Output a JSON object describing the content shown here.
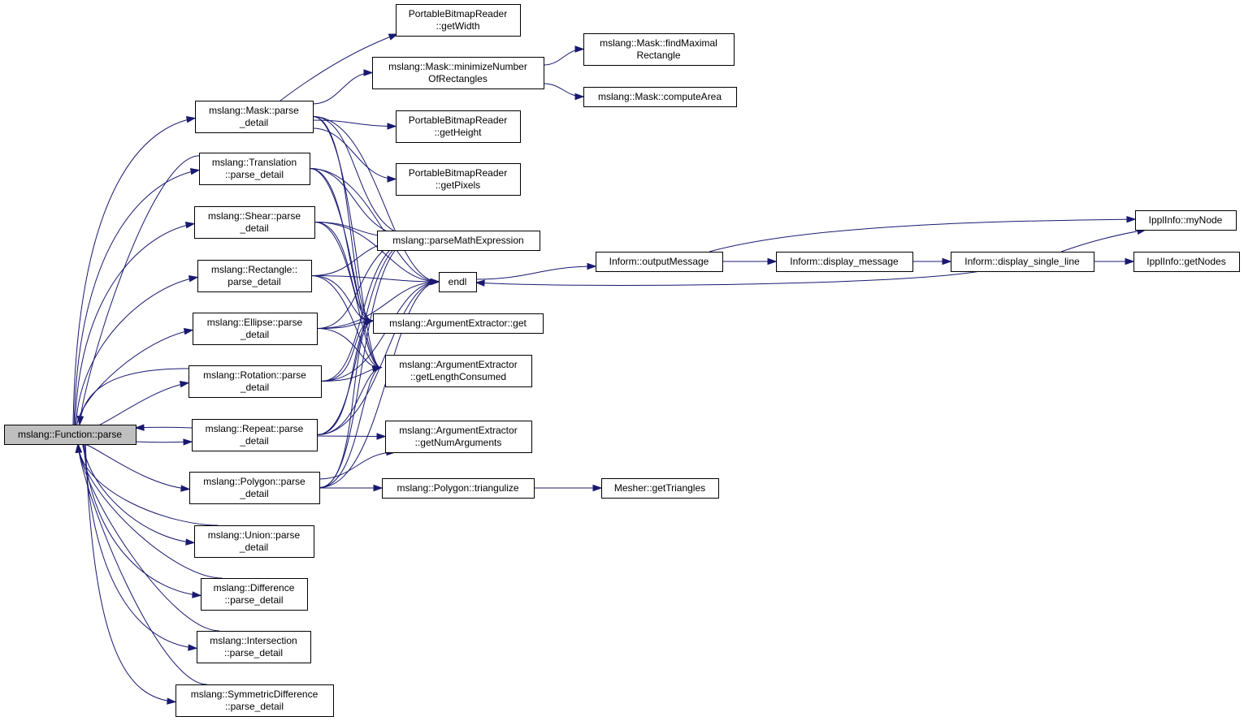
{
  "graph": {
    "colors": {
      "edge": "#191970",
      "root_fill": "#bfbfbf",
      "node_fill": "#ffffff",
      "border": "#000000"
    },
    "nodes": [
      {
        "id": "root",
        "lines": [
          "mslang::Function::parse"
        ],
        "root": true
      },
      {
        "id": "mask",
        "lines": [
          "mslang::Mask::parse",
          "_detail"
        ]
      },
      {
        "id": "translation",
        "lines": [
          "mslang::Translation",
          "::parse_detail"
        ]
      },
      {
        "id": "shear",
        "lines": [
          "mslang::Shear::parse",
          "_detail"
        ]
      },
      {
        "id": "rectangle",
        "lines": [
          "mslang::Rectangle::",
          "parse_detail"
        ]
      },
      {
        "id": "ellipse",
        "lines": [
          "mslang::Ellipse::parse",
          "_detail"
        ]
      },
      {
        "id": "rotation",
        "lines": [
          "mslang::Rotation::parse",
          "_detail"
        ]
      },
      {
        "id": "repeat",
        "lines": [
          "mslang::Repeat::parse",
          "_detail"
        ]
      },
      {
        "id": "polygon",
        "lines": [
          "mslang::Polygon::parse",
          "_detail"
        ]
      },
      {
        "id": "union",
        "lines": [
          "mslang::Union::parse",
          "_detail"
        ]
      },
      {
        "id": "difference",
        "lines": [
          "mslang::Difference",
          "::parse_detail"
        ]
      },
      {
        "id": "intersection",
        "lines": [
          "mslang::Intersection",
          "::parse_detail"
        ]
      },
      {
        "id": "symdiff",
        "lines": [
          "mslang::SymmetricDifference",
          "::parse_detail"
        ]
      },
      {
        "id": "getwidth",
        "lines": [
          "PortableBitmapReader",
          "::getWidth"
        ]
      },
      {
        "id": "minimize",
        "lines": [
          "mslang::Mask::minimizeNumber",
          "OfRectangles"
        ]
      },
      {
        "id": "getheight",
        "lines": [
          "PortableBitmapReader",
          "::getHeight"
        ]
      },
      {
        "id": "getpixels",
        "lines": [
          "PortableBitmapReader",
          "::getPixels"
        ]
      },
      {
        "id": "parsemath",
        "lines": [
          "mslang::parseMathExpression"
        ]
      },
      {
        "id": "endl",
        "lines": [
          "endl"
        ]
      },
      {
        "id": "argget",
        "lines": [
          "mslang::ArgumentExtractor::get"
        ]
      },
      {
        "id": "arglen",
        "lines": [
          "mslang::ArgumentExtractor",
          "::getLengthConsumed"
        ]
      },
      {
        "id": "argnum",
        "lines": [
          "mslang::ArgumentExtractor",
          "::getNumArguments"
        ]
      },
      {
        "id": "triangulize",
        "lines": [
          "mslang::Polygon::triangulize"
        ]
      },
      {
        "id": "findmax",
        "lines": [
          "mslang::Mask::findMaximal",
          "Rectangle"
        ]
      },
      {
        "id": "computearea",
        "lines": [
          "mslang::Mask::computeArea"
        ]
      },
      {
        "id": "outputmsg",
        "lines": [
          "Inform::outputMessage"
        ]
      },
      {
        "id": "displaymsg",
        "lines": [
          "Inform::display_message"
        ]
      },
      {
        "id": "displayline",
        "lines": [
          "Inform::display_single_line"
        ]
      },
      {
        "id": "mynode",
        "lines": [
          "IpplInfo::myNode"
        ]
      },
      {
        "id": "getnodes",
        "lines": [
          "IpplInfo::getNodes"
        ]
      },
      {
        "id": "gettriangles",
        "lines": [
          "Mesher::getTriangles"
        ]
      }
    ]
  }
}
